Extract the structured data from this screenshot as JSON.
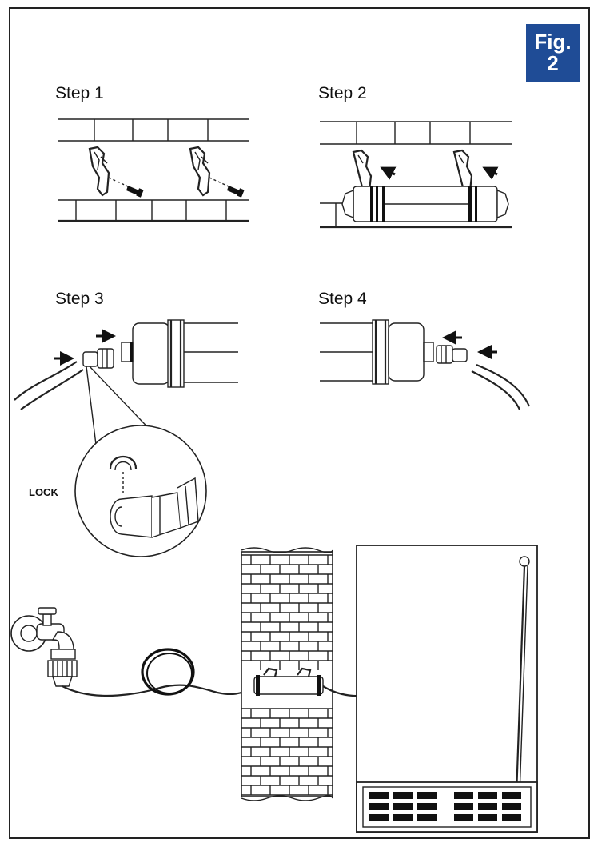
{
  "figure": {
    "badge_line1": "Fig.",
    "badge_line2": "2",
    "badge_color": "#1f4c96"
  },
  "steps": [
    {
      "label": "Step 1"
    },
    {
      "label": "Step 2"
    },
    {
      "label": "Step 3"
    },
    {
      "label": "Step 4"
    }
  ],
  "callout": {
    "label": "LOCK"
  },
  "icons": [
    "mounting-bracket-icon",
    "screw-icon",
    "arrow-icon",
    "filter-cartridge-icon",
    "hose-icon",
    "connector-icon",
    "lock-clip-icon",
    "water-tap-icon",
    "hose-coil-icon",
    "brick-wall-icon",
    "appliance-icon"
  ]
}
